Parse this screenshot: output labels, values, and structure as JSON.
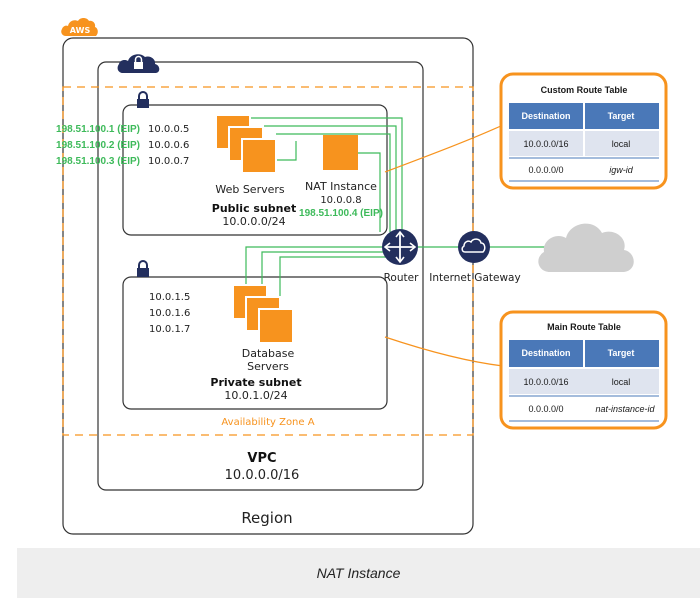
{
  "aws_badge": "AWS",
  "region_label": "Region",
  "vpc": {
    "title": "VPC",
    "cidr": "10.0.0.0/16"
  },
  "availability_zone": "Availability Zone A",
  "public_subnet": {
    "title": "Public subnet",
    "cidr": "10.0.0.0/24",
    "web_servers_label": "Web Servers",
    "eips": [
      "198.51.100.1 (EIP)",
      "198.51.100.2 (EIP)",
      "198.51.100.3 (EIP)"
    ],
    "private_ips": [
      "10.0.0.5",
      "10.0.0.6",
      "10.0.0.7"
    ],
    "nat": {
      "label": "NAT Instance",
      "private_ip": "10.0.0.8",
      "eip": "198.51.100.4 (EIP)"
    }
  },
  "private_subnet": {
    "title": "Private subnet",
    "cidr": "10.0.1.0/24",
    "db_label_line1": "Database",
    "db_label_line2": "Servers",
    "private_ips": [
      "10.0.1.5",
      "10.0.1.6",
      "10.0.1.7"
    ]
  },
  "router_label": "Router",
  "igw_label": "Internet Gateway",
  "custom_route_table": {
    "title": "Custom Route Table",
    "headers": [
      "Destination",
      "Target"
    ],
    "rows": [
      [
        "10.0.0.0/16",
        "local"
      ],
      [
        "0.0.0.0/0",
        "igw-id"
      ]
    ]
  },
  "main_route_table": {
    "title": "Main Route Table",
    "headers": [
      "Destination",
      "Target"
    ],
    "rows": [
      [
        "10.0.0.0/16",
        "local"
      ],
      [
        "0.0.0.0/0",
        "nat-instance-id"
      ]
    ]
  },
  "caption": "NAT Instance",
  "colors": {
    "orange": "#f7931e",
    "green": "#3dba5a",
    "navy": "#232f5e",
    "table_header": "#4a78b8",
    "table_row": "#dfe4ef",
    "cloud_gray": "#cfcfcf"
  }
}
